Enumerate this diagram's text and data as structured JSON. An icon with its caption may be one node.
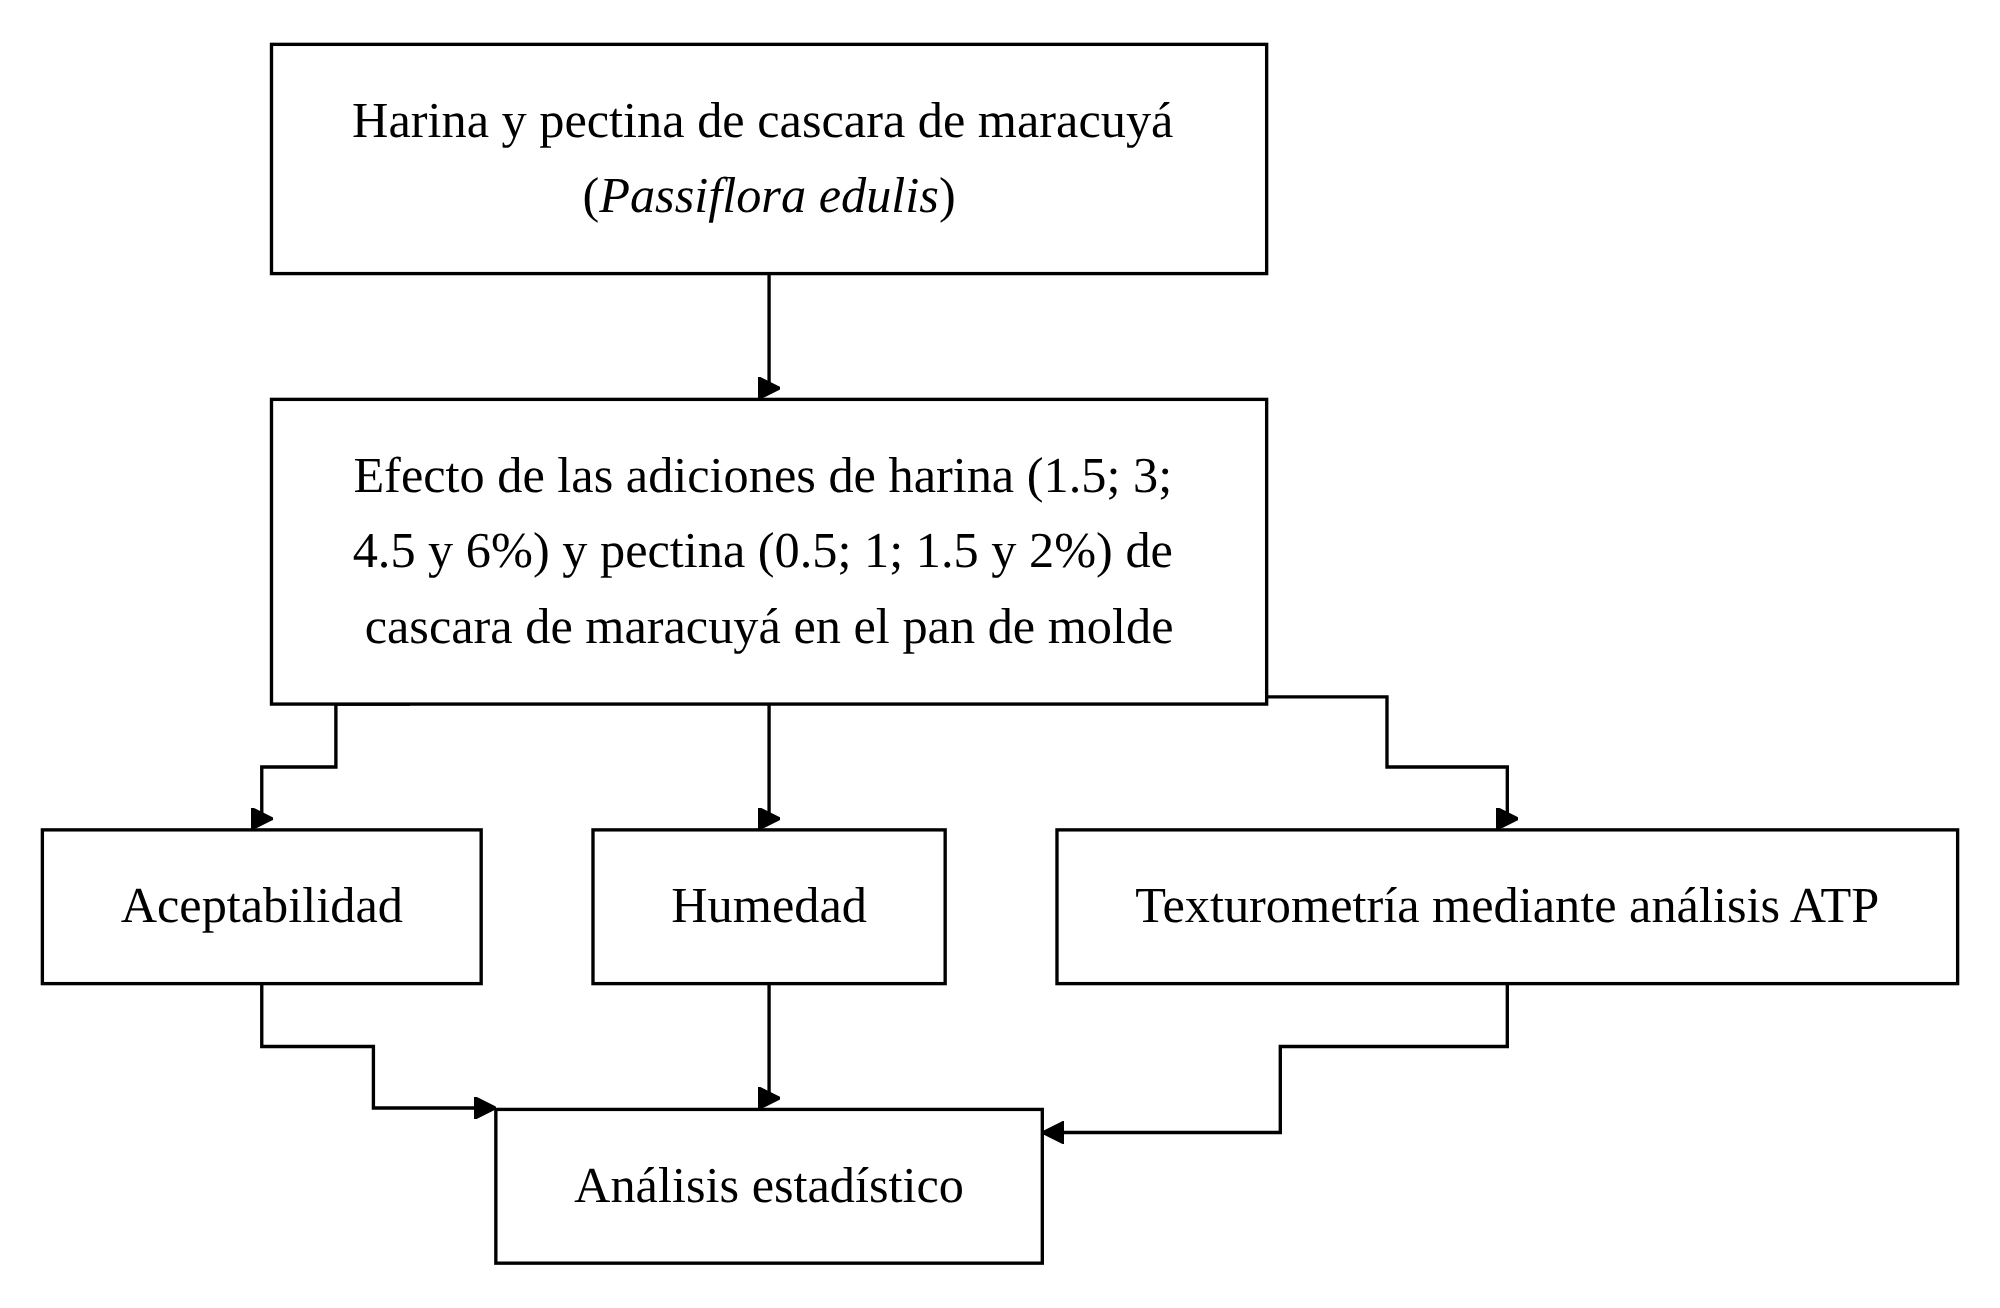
{
  "diagram": {
    "nodes": [
      {
        "text": [
          "Harina y pectina de cascara de maracuyá (*Passiflora edulis*)"
        ]
      },
      {
        "text": [
          "Efecto de las adiciones de harina (1.5; 3; 4.5 y 6%) y pectina (0.5; 1; 1.5 y 2%) de cascara de maracuyá en el pan de molde"
        ]
      },
      {
        "text": [
          "Aceptabilidad"
        ]
      },
      {
        "text": [
          "Humedad"
        ]
      },
      {
        "text": [
          "Texturometría mediante análisis ATP"
        ]
      },
      {
        "text": [
          "Análisis estadístico"
        ]
      }
    ],
    "edges": [
      {
        "from": 0,
        "to": 1,
        "arrow": "to"
      },
      {
        "from": 1,
        "to": 2,
        "arrow": "to"
      },
      {
        "from": 1,
        "to": 3,
        "arrow": "to"
      },
      {
        "from": 1,
        "to": 4,
        "arrow": "to"
      },
      {
        "from": 2,
        "to": 5,
        "arrow": "to"
      },
      {
        "from": 3,
        "to": 5,
        "arrow": "to"
      },
      {
        "from": 4,
        "to": 5,
        "arrow": "to"
      }
    ]
  }
}
